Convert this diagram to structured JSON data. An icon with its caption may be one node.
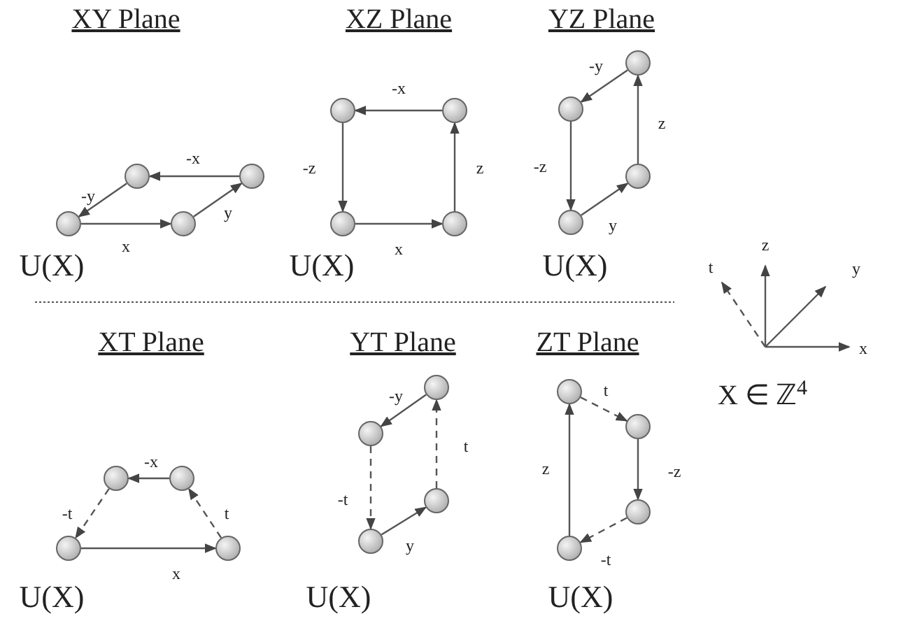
{
  "diagram": {
    "nodes": [
      {
        "text": [],
        "shape": "circle"
      },
      {
        "text": [],
        "shape": "circle"
      },
      {
        "text": [],
        "shape": "circle"
      },
      {
        "text": [],
        "shape": "circle"
      },
      {
        "text": [],
        "shape": "circle"
      },
      {
        "text": [],
        "shape": "circle"
      },
      {
        "text": [],
        "shape": "circle"
      },
      {
        "text": [],
        "shape": "circle"
      },
      {
        "text": [],
        "shape": "circle"
      },
      {
        "text": [],
        "shape": "circle"
      },
      {
        "text": [],
        "shape": "circle"
      },
      {
        "text": [],
        "shape": "circle"
      },
      {
        "text": [],
        "shape": "circle"
      },
      {
        "text": [],
        "shape": "circle"
      },
      {
        "text": [],
        "shape": "circle"
      },
      {
        "text": [],
        "shape": "circle"
      },
      {
        "text": [],
        "shape": "circle"
      },
      {
        "text": [],
        "shape": "circle"
      },
      {
        "text": [],
        "shape": "circle"
      },
      {
        "text": [],
        "shape": "circle"
      },
      {
        "text": [],
        "shape": "circle"
      },
      {
        "text": [],
        "shape": "circle"
      },
      {
        "text": [],
        "shape": "circle"
      },
      {
        "text": [],
        "shape": "circle"
      }
    ],
    "edges": [
      {
        "from": 2,
        "to": 3,
        "arrow": "to",
        "label": "x"
      },
      {
        "from": 3,
        "to": 1,
        "arrow": "to",
        "label": "y"
      },
      {
        "from": 1,
        "to": 0,
        "arrow": "to",
        "label": "-x"
      },
      {
        "from": 0,
        "to": 2,
        "arrow": "to",
        "label": "-y"
      },
      {
        "from": 6,
        "to": 7,
        "arrow": "to",
        "label": "x"
      },
      {
        "from": 7,
        "to": 5,
        "arrow": "to",
        "label": "z"
      },
      {
        "from": 5,
        "to": 4,
        "arrow": "to",
        "label": "-x"
      },
      {
        "from": 4,
        "to": 6,
        "arrow": "to",
        "label": "-z"
      },
      {
        "from": 11,
        "to": 10,
        "arrow": "to",
        "label": "y"
      },
      {
        "from": 10,
        "to": 8,
        "arrow": "to",
        "label": "z"
      },
      {
        "from": 8,
        "to": 9,
        "arrow": "to",
        "label": "-y"
      },
      {
        "from": 9,
        "to": 11,
        "arrow": "to",
        "label": "-z"
      },
      {
        "from": 14,
        "to": 15,
        "arrow": "to",
        "label": "x"
      },
      {
        "from": 15,
        "to": 13,
        "arrow": "to",
        "label": "t",
        "style": "dashed"
      },
      {
        "from": 13,
        "to": 12,
        "arrow": "to",
        "label": "-x"
      },
      {
        "from": 12,
        "to": 14,
        "arrow": "to",
        "label": "-t",
        "style": "dashed"
      },
      {
        "from": 19,
        "to": 18,
        "arrow": "to",
        "label": "y"
      },
      {
        "from": 18,
        "to": 16,
        "arrow": "to",
        "label": "t",
        "style": "dashed"
      },
      {
        "from": 16,
        "to": 17,
        "arrow": "to",
        "label": "-y"
      },
      {
        "from": 17,
        "to": 19,
        "arrow": "to",
        "label": "-t",
        "style": "dashed"
      },
      {
        "from": 23,
        "to": 20,
        "arrow": "to",
        "label": "z"
      },
      {
        "from": 20,
        "to": 21,
        "arrow": "to",
        "label": "t",
        "style": "dashed"
      },
      {
        "from": 21,
        "to": 22,
        "arrow": "to",
        "label": "-z"
      },
      {
        "from": 22,
        "to": 23,
        "arrow": "to",
        "label": "-t",
        "style": "dashed"
      }
    ],
    "labels": [
      "XY Plane",
      "XZ Plane",
      "YZ Plane",
      "U(X)",
      "U(X)",
      "U(X)",
      "z",
      "t",
      "y",
      "x",
      "XT Plane",
      "YT Plane",
      "ZT Plane",
      "X ∈ ℤ$^{4}$",
      "U(X)",
      "U(X)",
      "U(X)"
    ]
  }
}
